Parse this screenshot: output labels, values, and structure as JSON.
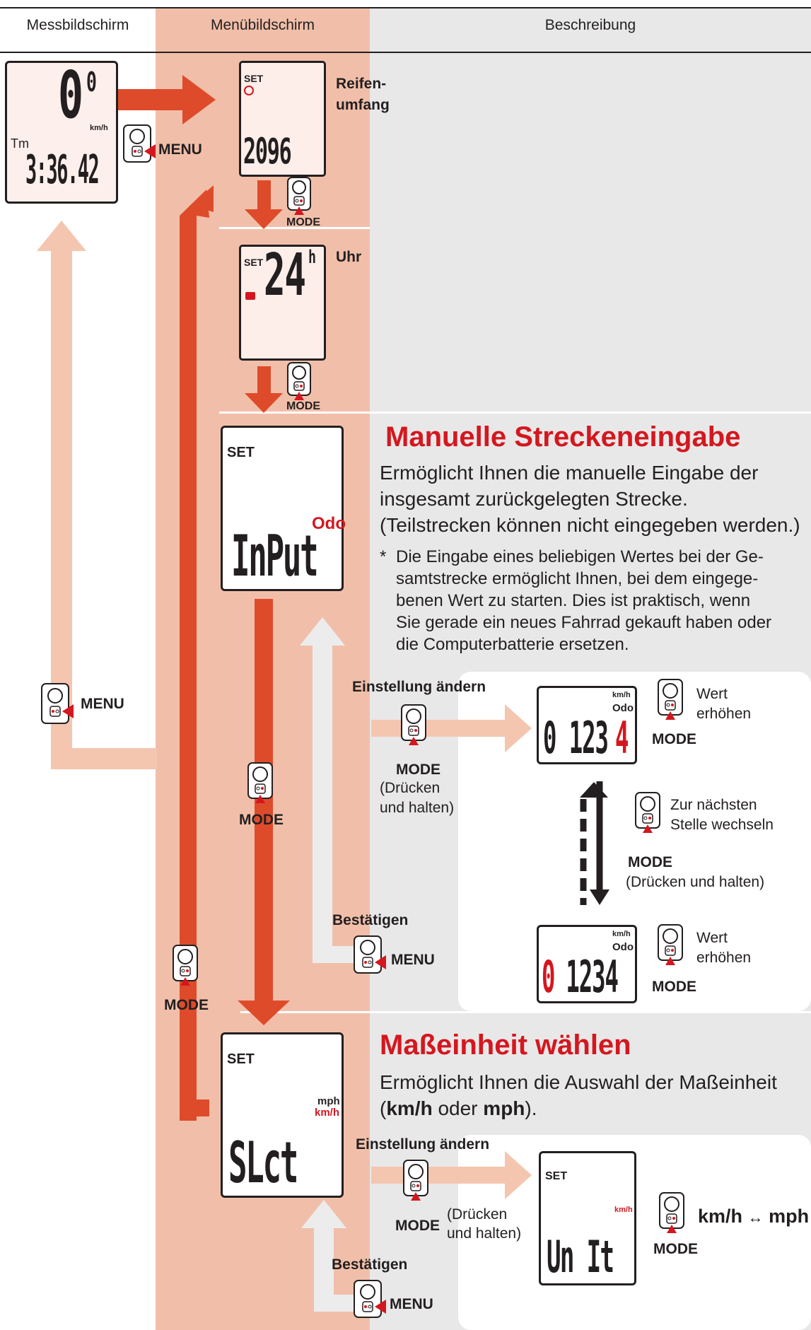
{
  "headers": {
    "messbildschirm": "Messbildschirm",
    "menubildschirm": "Menübildschirm",
    "beschreibung": "Beschreibung"
  },
  "measure_screen": {
    "speed": "0",
    "speed_decimal": "0",
    "speed_unit": "km/h",
    "tm_label": "Tm",
    "time": "3:36.42"
  },
  "menu_screens": {
    "tire": {
      "set": "SET",
      "value": "2096",
      "label": "Reifen-\numfang"
    },
    "clock": {
      "set": "SET",
      "value": "24",
      "suffix": "h",
      "label": "Uhr"
    },
    "odo": {
      "set": "SET",
      "odo": "Odo",
      "value": "InPut"
    },
    "unit": {
      "set": "SET",
      "mph": "mph",
      "kmh": "km/h",
      "value": "SLct"
    }
  },
  "buttons": {
    "menu": "MENU",
    "mode": "MODE"
  },
  "odo_section": {
    "title": "Manuelle Streckeneingabe",
    "desc1": "Ermöglicht Ihnen die manuelle Eingabe der",
    "desc2": "insgesamt zurückgelegten Strecke.",
    "desc3": "(Teilstrecken können nicht eingegeben werden.)",
    "note_star": "*",
    "note1": "Die Eingabe eines beliebigen Wertes bei der Ge-",
    "note2": "samtstrecke ermöglicht Ihnen, bei dem eingege-",
    "note3": "benen Wert zu starten. Dies ist praktisch, wenn",
    "note4": "Sie gerade ein neues Fahrrad gekauft haben oder",
    "note5": "die Computerbatterie ersetzen.",
    "change_label": "Einstellung ändern",
    "press_hold1": "(Drücken",
    "press_hold2": "und halten)",
    "confirm_label": "Bestätigen",
    "kmh": "km/h",
    "odo": "Odo",
    "digits_top": "0 123",
    "digit_top_red": "4",
    "digit_bottom_red": "0",
    "digits_bottom": " 1234",
    "increase1": "Wert",
    "increase2": "erhöhen",
    "next1": "Zur nächsten",
    "next2": "Stelle wechseln",
    "next_hold": "(Drücken und halten)"
  },
  "unit_section": {
    "title": "Maßeinheit wählen",
    "desc1": "Ermöglicht Ihnen die Auswahl der Maßeinheit",
    "desc2_open": "(",
    "desc2_kmh": "km/h",
    "desc2_or": " oder ",
    "desc2_mph": "mph",
    "desc2_close": ").",
    "change_label": "Einstellung ändern",
    "press_hold1": "(Drücken",
    "press_hold2": "und halten)",
    "confirm_label": "Bestätigen",
    "set": "SET",
    "kmh": "km/h",
    "value": "Un It",
    "toggle_kmh": "km/h",
    "toggle_arrow": "↔",
    "toggle_mph": "mph"
  }
}
